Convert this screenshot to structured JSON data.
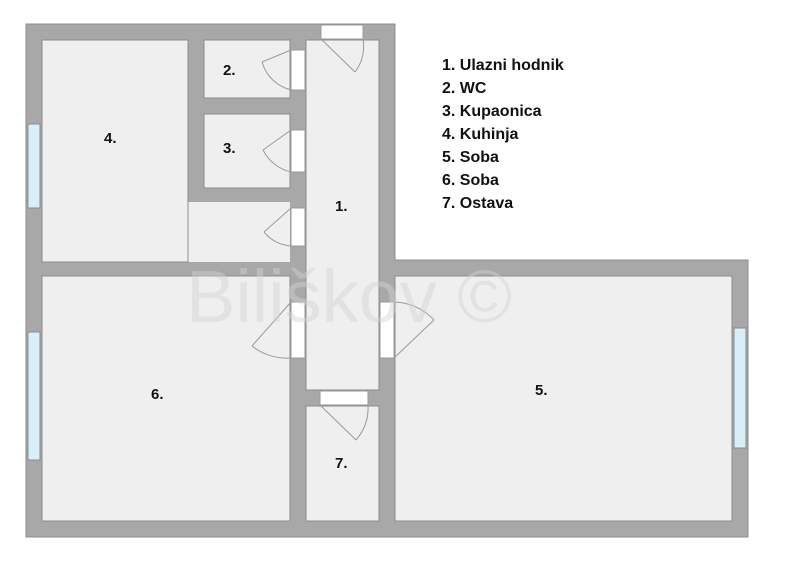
{
  "colors": {
    "wall": "#a8a8a8",
    "wall_edge": "#8c8c8c",
    "floor": "#efefef",
    "window": "#d8eef8",
    "door_line": "#9a9a9a",
    "text": "#111111"
  },
  "rooms": [
    {
      "id": "r1",
      "label": "1."
    },
    {
      "id": "r2",
      "label": "2."
    },
    {
      "id": "r3",
      "label": "3."
    },
    {
      "id": "r4",
      "label": "4."
    },
    {
      "id": "r5",
      "label": "5."
    },
    {
      "id": "r6",
      "label": "6."
    },
    {
      "id": "r7",
      "label": "7."
    }
  ],
  "legend": [
    "1. Ulazni hodnik",
    "2. WC",
    "3. Kupaonica",
    "4. Kuhinja",
    "5. Soba",
    "6. Soba",
    "7. Ostava"
  ],
  "watermark": "Biliškov ©"
}
